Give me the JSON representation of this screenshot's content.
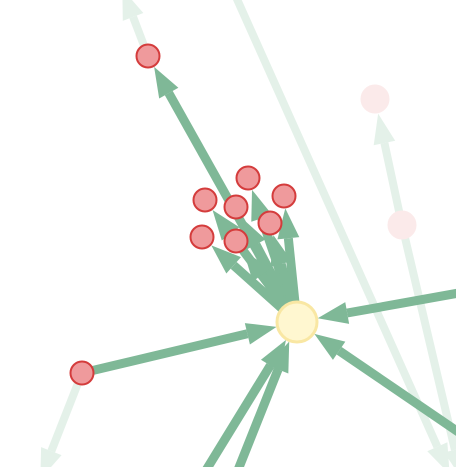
{
  "colors": {
    "background": "#ffffff",
    "edge": "#7fb897",
    "edge_faded": "#e4f1e9",
    "node_fill": "#ef9a9c",
    "node_stroke": "#d43c3c",
    "node_faded_fill": "#fbeaea",
    "hub_fill": "#fff7d0",
    "hub_stroke": "#f9e7a3"
  },
  "graph": {
    "nodes": [
      {
        "id": "hub",
        "kind": "hub"
      },
      {
        "id": "n-top",
        "kind": "regular"
      },
      {
        "id": "n-c1",
        "kind": "regular"
      },
      {
        "id": "n-c2",
        "kind": "regular"
      },
      {
        "id": "n-c3",
        "kind": "regular"
      },
      {
        "id": "n-c4",
        "kind": "regular"
      },
      {
        "id": "n-c5",
        "kind": "regular"
      },
      {
        "id": "n-c6",
        "kind": "regular"
      },
      {
        "id": "n-c7",
        "kind": "regular"
      },
      {
        "id": "n-left",
        "kind": "regular"
      },
      {
        "id": "n-faded-1",
        "kind": "faded"
      },
      {
        "id": "n-faded-2",
        "kind": "faded"
      }
    ],
    "edges": [
      {
        "from": "hub",
        "to": "n-top",
        "style": "solid"
      },
      {
        "from": "hub",
        "to": "n-c1",
        "style": "solid"
      },
      {
        "from": "hub",
        "to": "n-c2",
        "style": "solid"
      },
      {
        "from": "hub",
        "to": "n-c3",
        "style": "solid"
      },
      {
        "from": "hub",
        "to": "n-c4",
        "style": "solid"
      },
      {
        "from": "hub",
        "to": "n-c5",
        "style": "solid"
      },
      {
        "from": "hub",
        "to": "n-c6",
        "style": "solid"
      },
      {
        "from": "hub",
        "to": "n-c7",
        "style": "solid"
      },
      {
        "from": "n-left",
        "to": "hub",
        "style": "solid"
      },
      {
        "from": "offscreen-right",
        "to": "hub",
        "style": "solid"
      },
      {
        "from": "offscreen-lower-right",
        "to": "hub",
        "style": "solid"
      },
      {
        "from": "offscreen-bottom-a",
        "to": "hub",
        "style": "solid"
      },
      {
        "from": "offscreen-bottom-b",
        "to": "hub",
        "style": "solid"
      },
      {
        "from": "n-faded-2",
        "to": "n-faded-1",
        "style": "faded"
      },
      {
        "from": "offscreen-top",
        "to": "offscreen-bottom-right",
        "style": "faded"
      },
      {
        "from": "n-left",
        "to": "offscreen-bottom-left",
        "style": "faded"
      },
      {
        "from": "n-top",
        "to": "offscreen-top-left",
        "style": "faded"
      },
      {
        "from": "n-faded-2",
        "to": "offscreen-bottom-right-2",
        "style": "faded"
      }
    ]
  }
}
